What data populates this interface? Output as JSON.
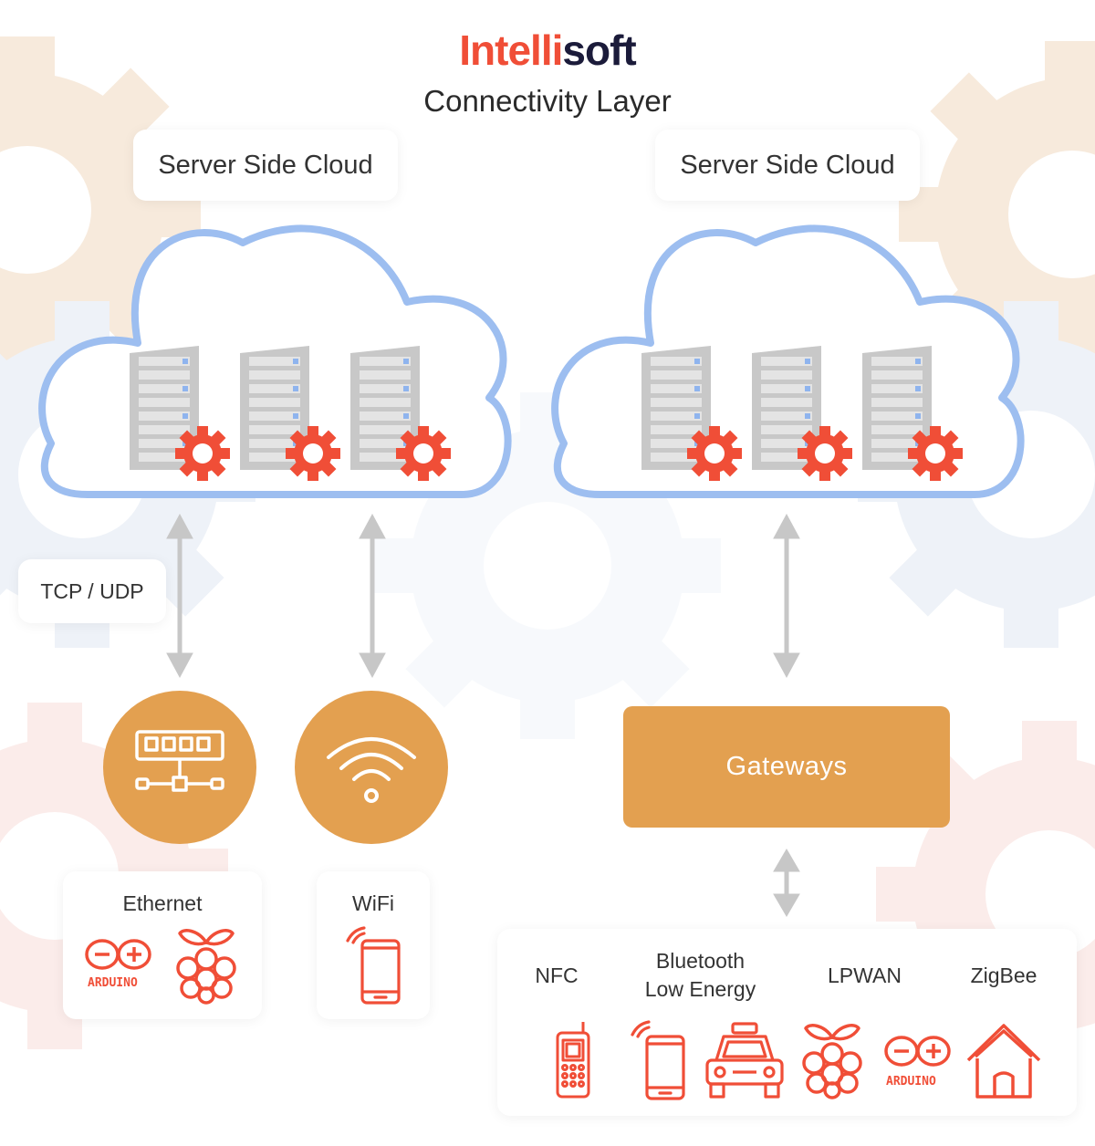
{
  "brand": {
    "part1": "Intelli",
    "part2": "soft",
    "accent_color": "#f04e37",
    "dark_color": "#1b1b3a"
  },
  "title": "Connectivity Layer",
  "left": {
    "cloud_label": "Server Side Cloud",
    "protocol_label": "TCP / UDP",
    "ethernet": {
      "label": "Ethernet",
      "icon": "ethernet-switch-icon",
      "device_logo_text": "ARDUINO"
    },
    "wifi": {
      "label": "WiFi",
      "icon": "wifi-icon"
    }
  },
  "right": {
    "cloud_label": "Server Side Cloud",
    "gateways_label": "Gateways",
    "protocols": {
      "nfc": "NFC",
      "ble_line1": "Bluetooth",
      "ble_line2": "Low Energy",
      "lpwan": "LPWAN",
      "zigbee": "ZigBee"
    },
    "device_logo_text": "ARDUINO"
  },
  "colors": {
    "cloud_outline": "#9dbef0",
    "server": "#c8c8c8",
    "gear": "#f04e37",
    "node": "#e3a050",
    "arrow": "#c7c7c7"
  }
}
